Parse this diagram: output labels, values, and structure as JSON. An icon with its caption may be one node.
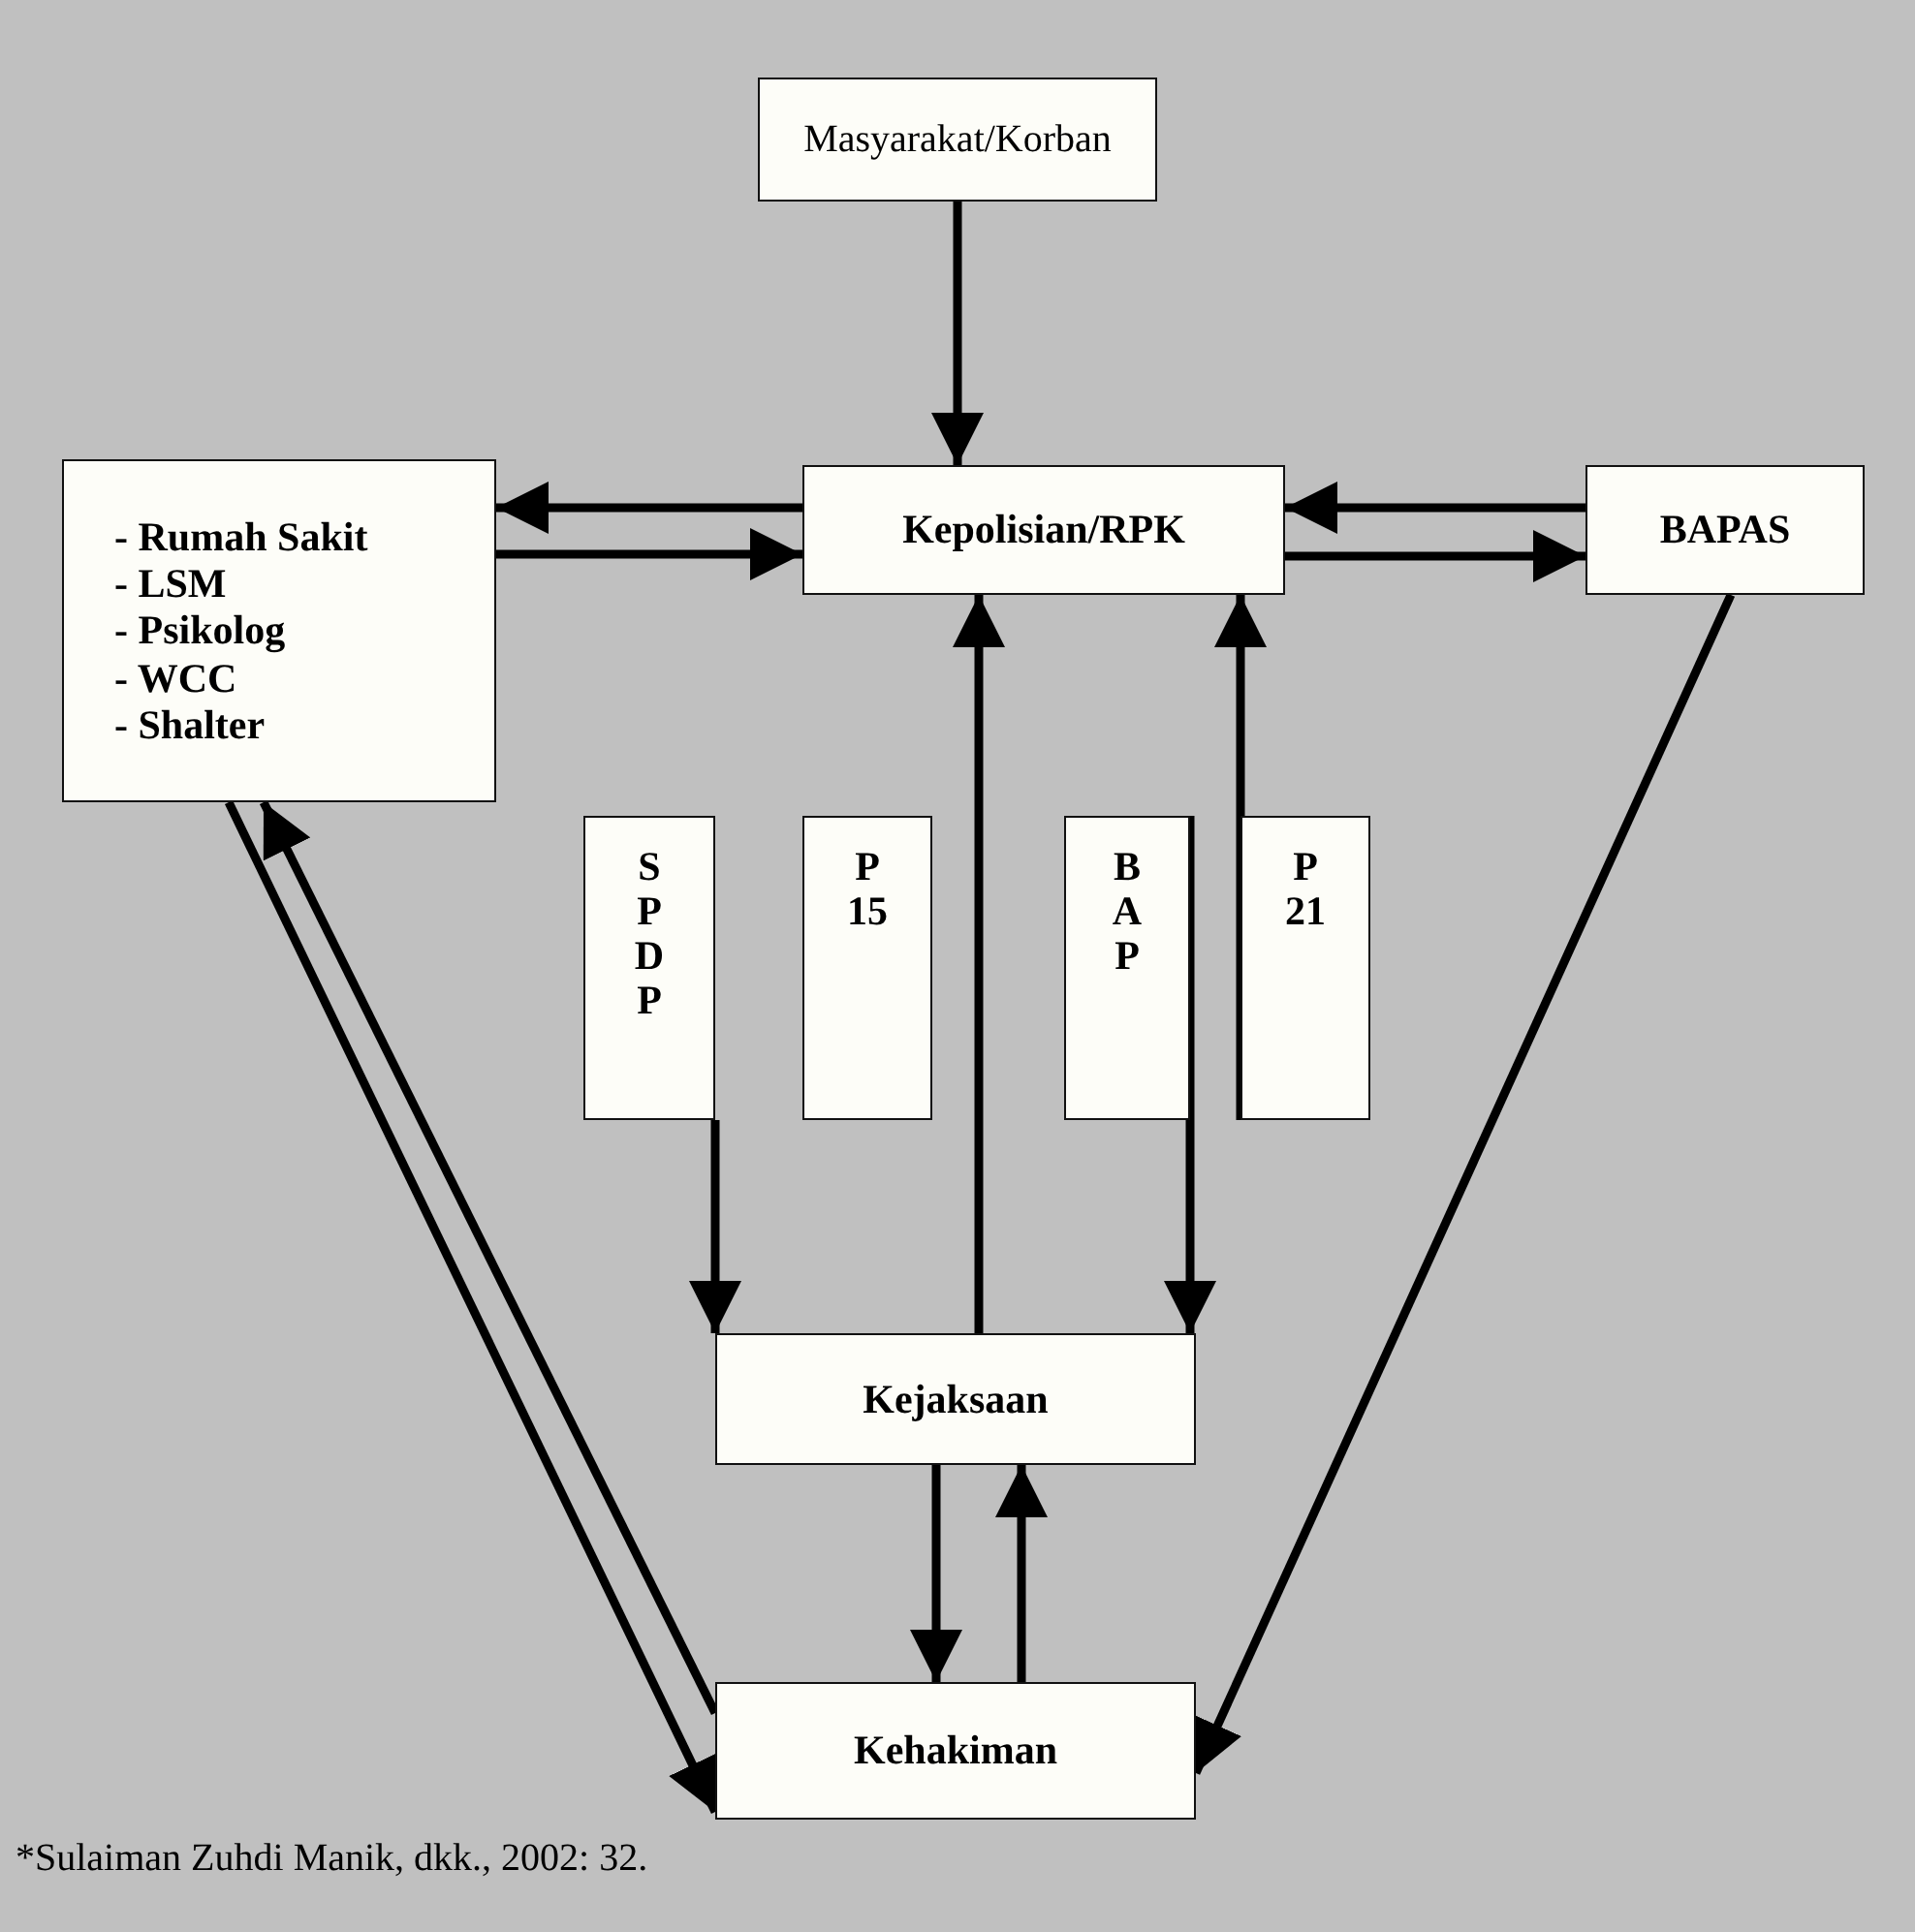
{
  "diagram": {
    "caption": "*Sulaiman Zuhdi Manik, dkk., 2002: 32.",
    "nodes": [
      {
        "text": [
          "Masyarakat/Korban"
        ]
      },
      {
        "text": [
          "- Rumah Sakit",
          "- LSM",
          "- Psikolog",
          "- WCC",
          "- Shalter"
        ]
      },
      {
        "text": [
          "Kepolisian/RPK"
        ]
      },
      {
        "text": [
          "BAPAS"
        ]
      },
      {
        "text": [
          "SPDP"
        ]
      },
      {
        "text": [
          "P 15"
        ]
      },
      {
        "text": [
          "BAP"
        ]
      },
      {
        "text": [
          "P 21"
        ]
      },
      {
        "text": [
          "Kejaksaan"
        ]
      },
      {
        "text": [
          "Kehakiman"
        ]
      }
    ],
    "edges": [
      {
        "from": 0,
        "to": 2,
        "arrow": "to"
      },
      {
        "from": 2,
        "to": 1,
        "arrow": "to"
      },
      {
        "from": 1,
        "to": 2,
        "arrow": "to"
      },
      {
        "from": 3,
        "to": 2,
        "arrow": "to"
      },
      {
        "from": 2,
        "to": 3,
        "arrow": "to"
      },
      {
        "from": 3,
        "to": 9,
        "arrow": "to"
      },
      {
        "from": 4,
        "to": 8,
        "arrow": "to"
      },
      {
        "from": 8,
        "to": 2,
        "arrow": "to"
      },
      {
        "from": 6,
        "to": 8,
        "arrow": "to"
      },
      {
        "from": 7,
        "to": 2,
        "arrow": "to"
      },
      {
        "from": 8,
        "to": 9,
        "arrow": "to"
      },
      {
        "from": 9,
        "to": 8,
        "arrow": "to"
      },
      {
        "from": 1,
        "to": 9,
        "arrow": "to"
      },
      {
        "from": 9,
        "to": 1,
        "arrow": "to"
      }
    ]
  }
}
